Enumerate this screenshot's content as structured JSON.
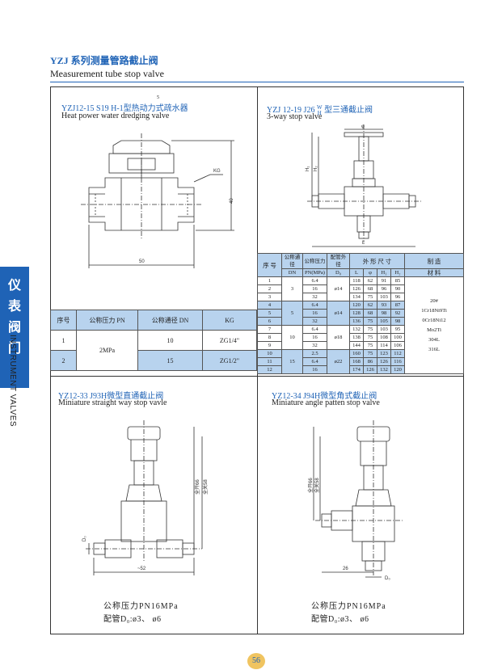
{
  "header": {
    "title_cn": "YZJ 系列测量管路截止阀",
    "title_en": "Measurement tube stop valve"
  },
  "sidebar": {
    "cn_chars": [
      "仪",
      "表",
      "阀",
      "门"
    ],
    "en": "INSTRUMENT VALVES"
  },
  "panel1": {
    "title": "YZJ12-15 S19 H-1型热动力式疏水器",
    "sup": "5",
    "subtitle": "Heat power water dredging valve",
    "dim_kg": "KG",
    "dim_40": "40",
    "dim_50": "50",
    "table": {
      "headers": [
        "序号",
        "公称压力 PN",
        "公称通径 DN",
        "KG"
      ],
      "rows": [
        {
          "no": "1",
          "pn": "2MPa",
          "dn": "10",
          "kg": "ZG1/4\""
        },
        {
          "no": "2",
          "pn": "",
          "dn": "15",
          "kg": "ZG1/2\""
        }
      ]
    }
  },
  "panel2": {
    "title_prefix": "YZJ 12-19 J26",
    "title_w": "W",
    "title_h": "H",
    "title_suffix": "型三通截止阀",
    "subtitle": "3-way stop valve",
    "dims": {
      "phi": "φ",
      "h1": "H₁",
      "h2": "H₂",
      "l": "L"
    },
    "table": {
      "h_no": "序 号",
      "h_dn": "公称通径",
      "h_dn2": "DN",
      "h_pn": "公称压力",
      "h_pn2": "PN(MPa)",
      "h_d": "配管外径",
      "h_d2": "D₀",
      "h_dims": "外 形 尺 寸",
      "h_l": "L",
      "h_phi": "φ",
      "h_h1": "H₁",
      "h_h2": "H₂",
      "h_mat": "制 造",
      "h_mat2": "材 料",
      "rows": [
        {
          "no": "1",
          "pn": "6.4",
          "l": "118",
          "phi": "62",
          "h1": "91",
          "h2": "85"
        },
        {
          "no": "2",
          "pn": "16",
          "l": "126",
          "phi": "68",
          "h1": "96",
          "h2": "90"
        },
        {
          "no": "3",
          "pn": "32",
          "l": "134",
          "phi": "75",
          "h1": "103",
          "h2": "96"
        },
        {
          "no": "4",
          "pn": "6.4",
          "l": "120",
          "phi": "62",
          "h1": "93",
          "h2": "87"
        },
        {
          "no": "5",
          "pn": "16",
          "l": "128",
          "phi": "68",
          "h1": "98",
          "h2": "92"
        },
        {
          "no": "6",
          "pn": "32",
          "l": "136",
          "phi": "75",
          "h1": "105",
          "h2": "98"
        },
        {
          "no": "7",
          "pn": "6.4",
          "l": "132",
          "phi": "75",
          "h1": "103",
          "h2": "95"
        },
        {
          "no": "8",
          "pn": "16",
          "l": "138",
          "phi": "75",
          "h1": "108",
          "h2": "100"
        },
        {
          "no": "9",
          "pn": "32",
          "l": "144",
          "phi": "75",
          "h1": "114",
          "h2": "106"
        },
        {
          "no": "10",
          "pn": "2.5",
          "l": "160",
          "phi": "75",
          "h1": "123",
          "h2": "112"
        },
        {
          "no": "11",
          "pn": "6.4",
          "l": "168",
          "phi": "86",
          "h1": "126",
          "h2": "116"
        },
        {
          "no": "12",
          "pn": "16",
          "l": "174",
          "phi": "126",
          "h1": "132",
          "h2": "120"
        }
      ],
      "dn_groups": [
        "3",
        "5",
        "10",
        "15"
      ],
      "d_groups": [
        "ø14",
        "ø14",
        "ø18",
        "ø22"
      ],
      "materials": [
        "20#",
        "1Cr18Ni9Ti",
        "0Cr18Ni12",
        "Mo2Ti",
        "304L",
        "316L"
      ]
    }
  },
  "panel3": {
    "title": "YZ12-33 J93H微型直通截止阀",
    "subtitle": "Miniature straight way stop vavle",
    "dim_open": "全开66",
    "dim_close": "全关58",
    "dim_52": "~52",
    "dim_d0": "D₀",
    "footer_pn": "公称压力PN16MPa",
    "footer_pipe": "配管D₀:ø3、 ø6"
  },
  "panel4": {
    "title": "YZ12-34 J94H微型角式截止阀",
    "subtitle": "Miniature angle patten stop valve",
    "dim_open": "全开66",
    "dim_close": "全关58",
    "dim_26": "26",
    "dim_d0": "D₀",
    "footer_pn": "公称压力PN16MPa",
    "footer_pipe": "配管D₀:ø3、 ø6"
  },
  "page": {
    "number": "56"
  }
}
